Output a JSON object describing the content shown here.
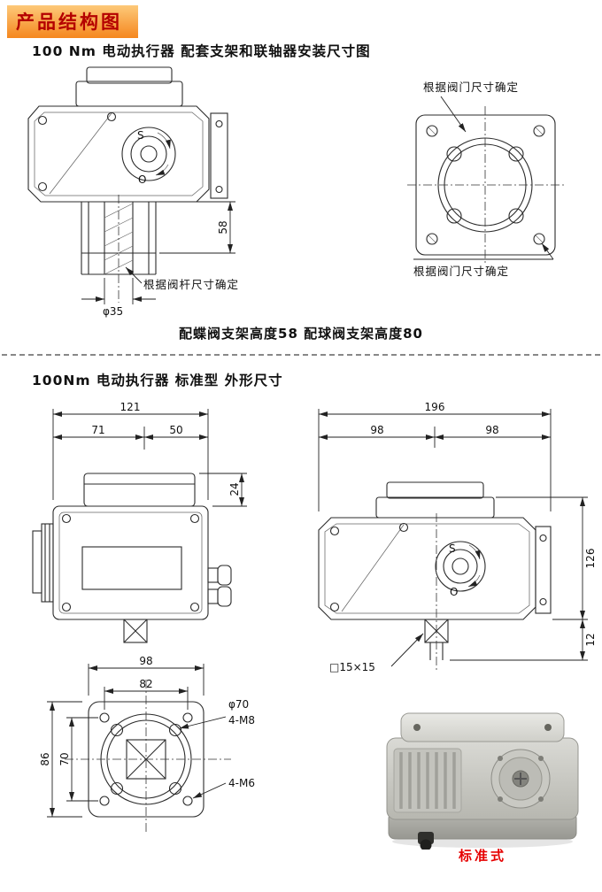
{
  "colors": {
    "banner_bg_top": "#fdc979",
    "banner_bg_bottom": "#f5871f",
    "banner_text": "#b40000",
    "caption_red": "#e60000",
    "line_color": "#2b2b2b"
  },
  "banner": {
    "title": "产品结构图"
  },
  "section1": {
    "title": "100 Nm 电动执行器  配套支架和联轴器安装尺寸图",
    "caption": "配蝶阀支架高度58  配球阀支架高度80",
    "bracket_drawing": {
      "bracket_height": "58",
      "stem_diameter": "φ35",
      "stem_note": "根据阀杆尺寸确定",
      "shut_mark": "S",
      "open_mark": "O"
    },
    "flange_drawing": {
      "top_note": "根据阀门尺寸确定",
      "bottom_note": "根据阀门尺寸确定"
    }
  },
  "section2": {
    "title": "100Nm  电动执行器  标准型  外形尺寸",
    "side_view": {
      "total_width": "121",
      "left_width": "71",
      "right_width": "50",
      "cap_height": "24"
    },
    "front_view": {
      "total_width": "196",
      "left_half": "98",
      "right_half": "98",
      "body_height": "126",
      "shaft_height": "12",
      "shaft_square": "□15×15",
      "shut_mark": "S",
      "open_mark": "O"
    },
    "bottom_view": {
      "outer_width": "98",
      "bolt_width": "82",
      "outer_height": "86",
      "bolt_height": "70",
      "circle_diameter": "φ70",
      "flange_bolts": "4-M8",
      "cover_bolts": "4-M6"
    },
    "photo_caption": "标准式"
  }
}
